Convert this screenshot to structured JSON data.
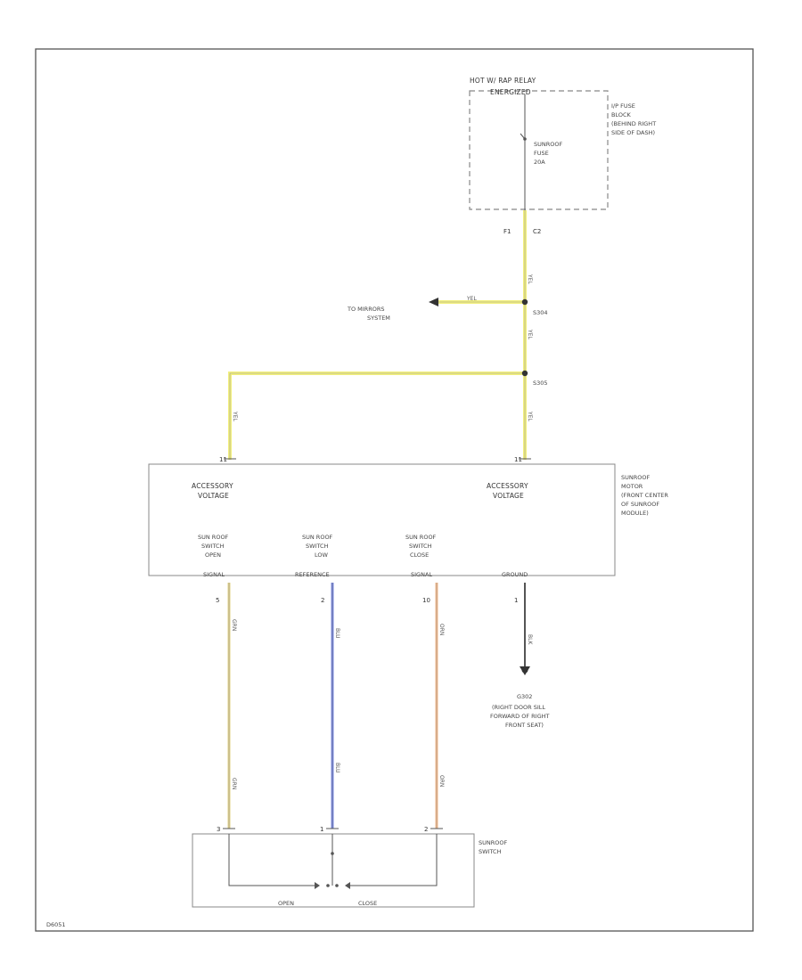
{
  "colors": {
    "yellow_wire": "#f2ef7c",
    "tan_wire": "#e3d38a",
    "blue_wire": "#7f8fe6",
    "orange_wire": "#f3b98b",
    "black_wire": "#555555"
  },
  "fuse_block": {
    "relay_line1": "HOT W/ RAP RELAY",
    "relay_line2": "ENERGIZED",
    "name_line1": "I/P FUSE",
    "name_line2": "BLOCK",
    "name_line3": "(BEHIND RIGHT",
    "name_line4": "SIDE OF DASH)",
    "fuse_line1": "SUNROOF",
    "fuse_line2": "FUSE",
    "fuse_line3": "20A",
    "pin_a": "F1",
    "pin_b": "C2"
  },
  "splices": {
    "upper": "S304",
    "lower": "S305",
    "branch_line1": "TO MIRRORS",
    "branch_line2": "SYSTEM",
    "branch_wire": "YEL"
  },
  "wires": {
    "yellow": "YEL",
    "open": "GRN",
    "low_ref": "BLU",
    "close": "ORN",
    "ground": "BLK"
  },
  "motor": {
    "name_line1": "SUNROOF",
    "name_line2": "MOTOR",
    "name_line3": "(FRONT CENTER",
    "name_line4": "OF SUNROOF",
    "name_line5": "MODULE)",
    "acc_left_line1": "ACCESSORY",
    "acc_left_line2": "VOLTAGE",
    "acc_right_line1": "ACCESSORY",
    "acc_right_line2": "VOLTAGE",
    "pin_acc_left": "11",
    "pin_acc_right": "11",
    "open_line1": "SUN ROOF",
    "open_line2": "SWITCH",
    "open_line3": "OPEN",
    "open_line4": "SIGNAL",
    "low_line1": "SUN ROOF",
    "low_line2": "SWITCH",
    "low_line3": "LOW",
    "low_line4": "REFERENCE",
    "close_line1": "SUN ROOF",
    "close_line2": "SWITCH",
    "close_line3": "CLOSE",
    "close_line4": "SIGNAL",
    "ground_label": "GROUND",
    "pin_open": "5",
    "pin_low": "2",
    "pin_close": "10",
    "pin_ground": "1"
  },
  "ground_point": {
    "name": "G302",
    "line1": "(RIGHT DOOR SILL",
    "line2": "FORWARD OF RIGHT",
    "line3": "FRONT SEAT)"
  },
  "switch": {
    "name_line1": "SUNROOF",
    "name_line2": "SWITCH",
    "pin_open": "3",
    "pin_low": "1",
    "pin_close": "2",
    "open_label": "OPEN",
    "close_label": "CLOSE"
  },
  "footer_code": "D6051"
}
